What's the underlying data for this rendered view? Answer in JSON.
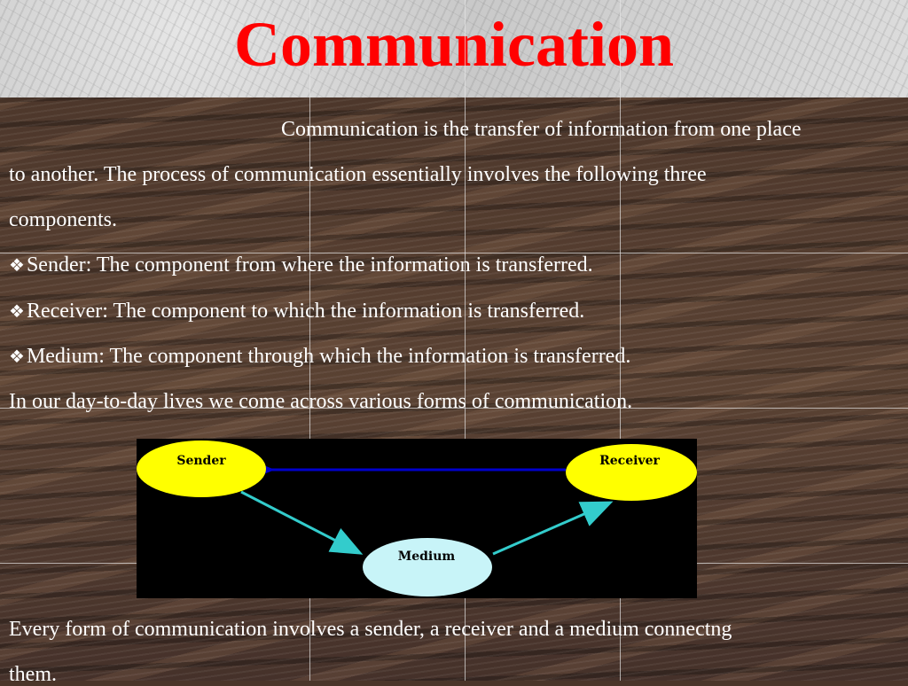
{
  "slide": {
    "title": "Communication",
    "paragraph_lines": [
      "Communication is the transfer of information from one place",
      "to another. The process of communication essentially involves the following three",
      "components."
    ],
    "bullets": [
      {
        "symbol": "❖",
        "text": "Sender: The component from where the information is transferred."
      },
      {
        "symbol": "❖",
        "text": "Receiver: The component to which the information is transferred."
      },
      {
        "symbol": "❖",
        "text": "Medium: The component through which the information is transferred."
      }
    ],
    "after_bullets": "In our day-to-day lives we come across various forms of communication.",
    "closing_lines": [
      "Every form of communication involves a sender, a receiver and a medium connectng",
      "them."
    ]
  },
  "diagram": {
    "nodes": {
      "sender": "Sender",
      "receiver": "Receiver",
      "medium": "Medium"
    },
    "colors": {
      "sender_fill": "#ffff00",
      "receiver_fill": "#ffff00",
      "medium_fill": "#c8f4f8",
      "top_arrow": "#0000cc",
      "side_arrows": "#33cccc",
      "background": "#000000"
    }
  },
  "colors": {
    "title": "#ff0000",
    "text": "#ffffff"
  }
}
